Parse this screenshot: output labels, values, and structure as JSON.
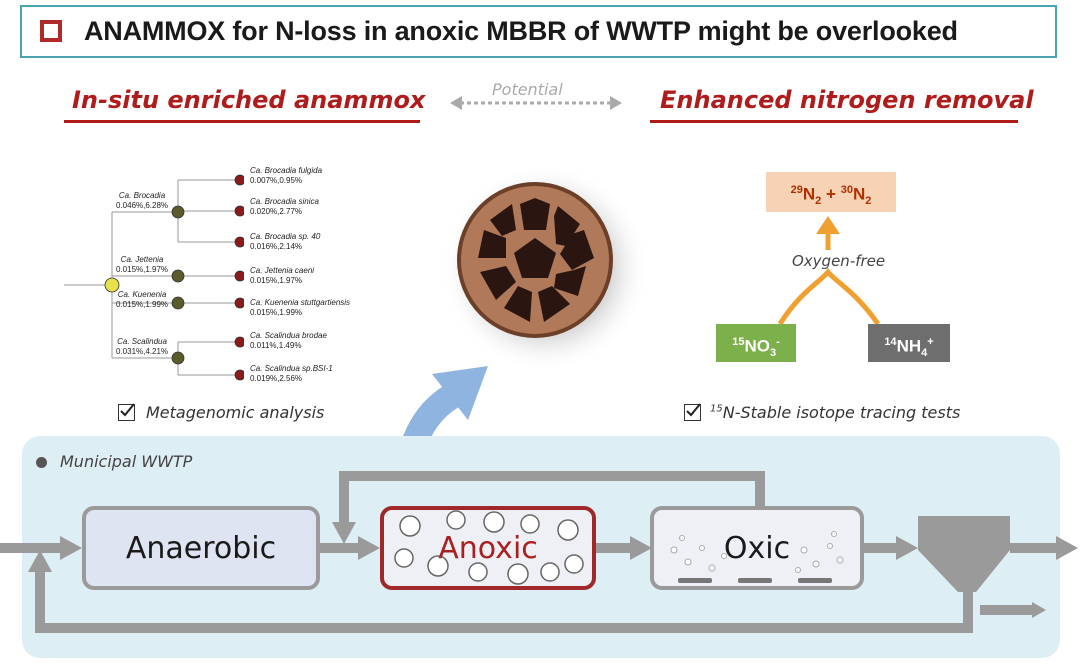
{
  "title": "ANAMMOX for N-loss in anoxic MBBR of WWTP might be overlooked",
  "left_heading": "In-situ enriched anammox",
  "center_label": "Potential",
  "right_heading": "Enhanced nitrogen removal",
  "tree": {
    "clades": [
      {
        "name": "Ca. Brocadia",
        "stats": "0.046%,6.28%"
      },
      {
        "name": "Ca. Jettenia",
        "stats": "0.015%,1.97%"
      },
      {
        "name": "Ca. Kuenenia",
        "stats": "0.015%,1.99%"
      },
      {
        "name": "Ca. Scalindua",
        "stats": "0.031%,4.21%"
      }
    ],
    "leaves": [
      {
        "name": "Ca. Brocadia fulgida",
        "stats": "0.007%,0.95%"
      },
      {
        "name": "Ca. Brocadia sinica",
        "stats": "0.020%,2.77%"
      },
      {
        "name": "Ca. Brocadia sp. 40",
        "stats": "0.016%,2.14%"
      },
      {
        "name": "Ca. Jettenia caeni",
        "stats": "0.015%,1.97%"
      },
      {
        "name": "Ca. Kuenenia stuttgartiensis",
        "stats": "0.015%,1.99%"
      },
      {
        "name": "Ca. Scalindua brodae",
        "stats": "0.011%,1.49%"
      },
      {
        "name": "Ca. Scalindua sp.BSI-1",
        "stats": "0.019%,2.56%"
      }
    ]
  },
  "left_caption": "Metagenomic analysis",
  "right_caption": "N-Stable isotope tracing tests",
  "right_caption_sup": "15",
  "isotope": {
    "product": {
      "a_sup": "29",
      "a": "N",
      "a_sub": "2",
      "plus": "+",
      "b_sup": "30",
      "b": "N",
      "b_sub": "2"
    },
    "condition": "Oxygen-free",
    "nitrate": {
      "sup": "15",
      "text": "NO",
      "sub": "3",
      "charge": "-"
    },
    "ammonium": {
      "sup": "14",
      "text": "NH",
      "sub": "4",
      "charge": "+"
    }
  },
  "wwtp_label": "Municipal WWTP",
  "reactors": {
    "anaerobic": "Anaerobic",
    "anoxic": "Anoxic",
    "oxic": "Oxic"
  },
  "colors": {
    "accent_red": "#b01c1c",
    "frame_teal": "#4aa3ad",
    "panel_blue": "#deeef5",
    "arrow_gray": "#9a9a9a",
    "nitrate_green": "#7cb04a",
    "ammonium_gray": "#6e6e6e",
    "product_peach": "#f8d2b4",
    "process_orange": "#f0a030",
    "tree_leaf_node": "#8b1a1a",
    "tree_clade_node": "#5a5a2a",
    "tree_root_node": "#e6e04a",
    "big_arrow_blue": "#8fb4e0"
  }
}
